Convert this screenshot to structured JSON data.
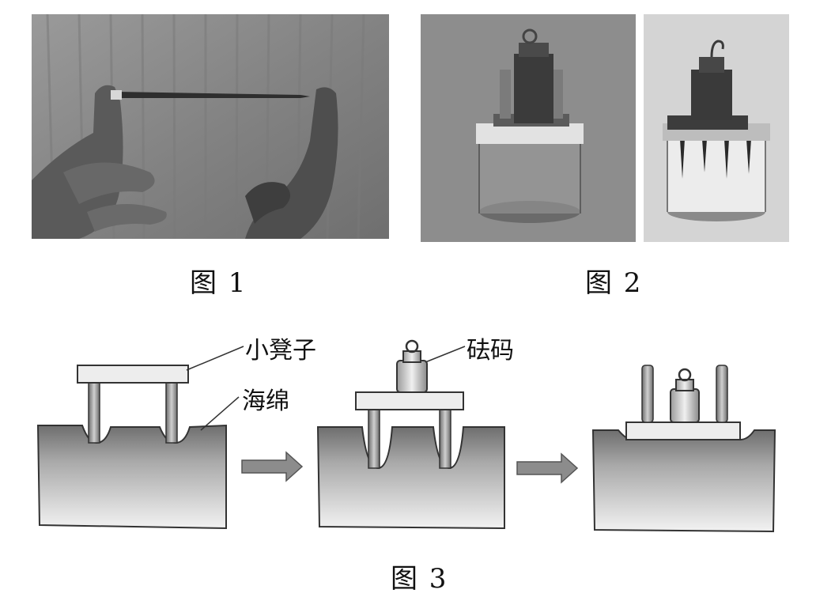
{
  "figures": [
    {
      "caption": "图 1"
    },
    {
      "caption": "图 2"
    },
    {
      "caption": "图 3"
    }
  ],
  "labels": {
    "stool": "小凳子",
    "weight": "砝码",
    "sponge": "海绵"
  },
  "colors": {
    "photo_bg": "#8a8a8a",
    "sponge_top": "#6e6e6e",
    "sponge_bottom": "#f2f2f2",
    "arrow": "#8c8c8c"
  }
}
